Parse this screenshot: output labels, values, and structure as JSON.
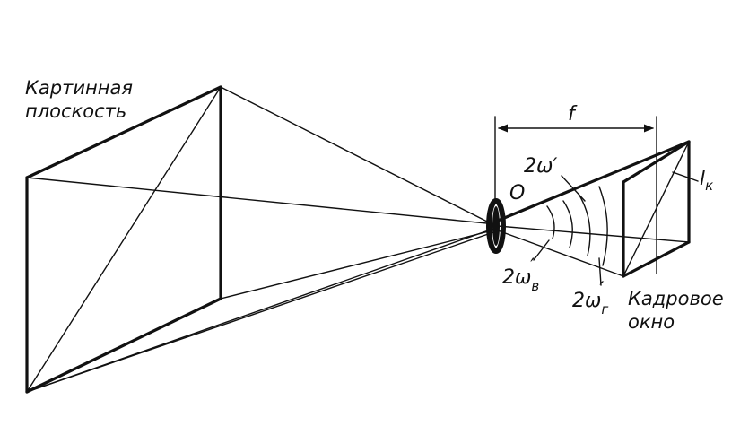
{
  "labels": {
    "picture_plane_line1": "Картинная",
    "picture_plane_line2": "плоскость",
    "frame_window_line1": "Кадровое",
    "frame_window_line2": "окно",
    "focal_length": "f",
    "lens_center": "O",
    "angle_diagonal_main": "2ω",
    "angle_diagonal_prime": "′",
    "angle_vertical_main": "2ω",
    "angle_vertical_sub": "в",
    "angle_vertical_prime": "′",
    "angle_horizontal_main": "2ω",
    "angle_horizontal_sub": "г",
    "angle_horizontal_prime": "′",
    "frame_diagonal_main": "l",
    "frame_diagonal_sub": "к"
  },
  "colors": {
    "ink": "#111111",
    "paper": "#ffffff"
  }
}
